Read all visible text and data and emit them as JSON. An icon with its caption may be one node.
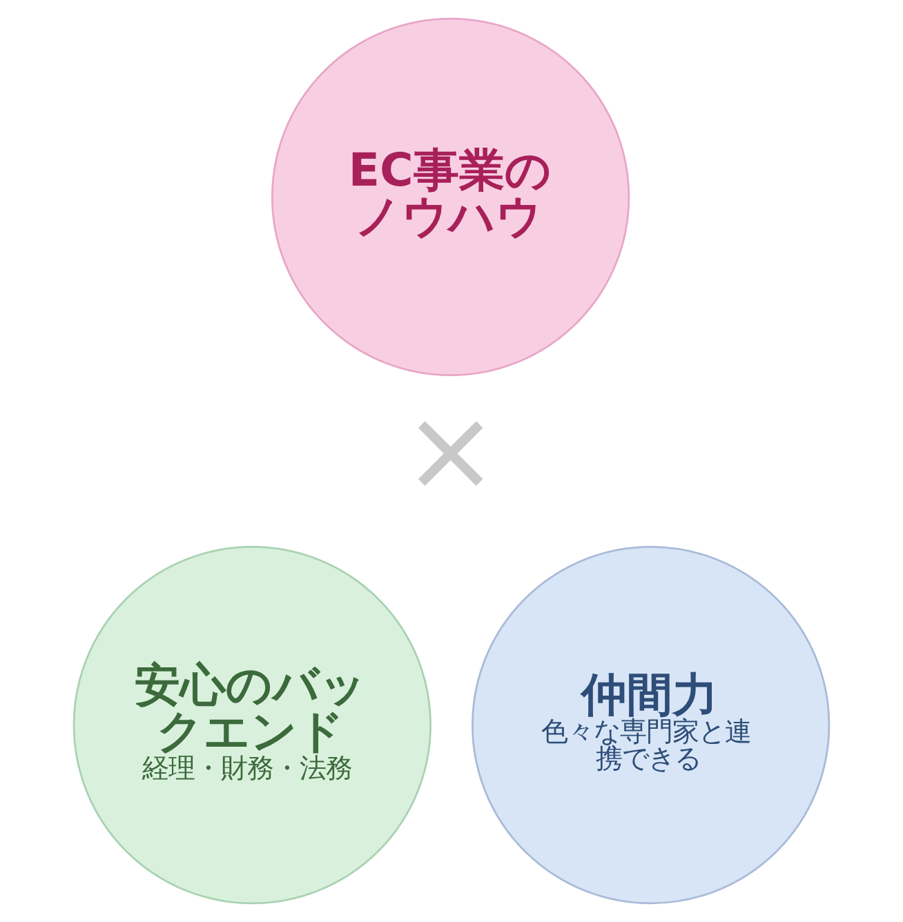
{
  "diagram": {
    "nodes": [
      {
        "text": [
          "EC事業のノウハウ"
        ]
      },
      {
        "text": [
          "安心のバックエンド",
          "経理・財務・法務"
        ]
      },
      {
        "text": [
          "仲間力",
          "色々な専門家と連携できる"
        ]
      }
    ],
    "labels": [
      "×"
    ]
  }
}
